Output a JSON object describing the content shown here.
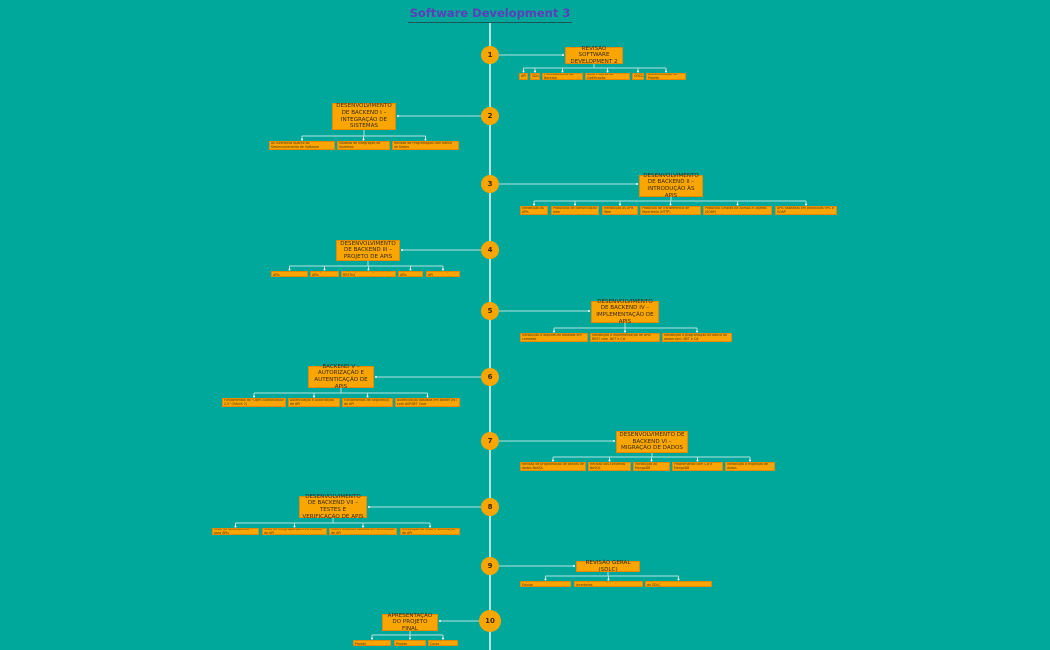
{
  "title": "Software Development 3",
  "colors": {
    "background": "#00a89c",
    "node": "#f9a602",
    "title": "#5b3fb8",
    "connector": "#b9e3df"
  },
  "sections": [
    {
      "number": "1",
      "title": "REVISÃO SOFTWARE DEVELOPMENT 2",
      "topics": [
        "API",
        "SDLC",
        "Processamento do Backlog",
        "Boas Práticas de Codificação",
        "OOCD",
        "Documentação do Projeto"
      ]
    },
    {
      "number": "2",
      "title": "DESENVOLVIMENTO DE BACKEND I – INTEGRAÇÃO DE SISTEMAS",
      "topics": [
        "As Incertezas quanto ao Desenvolvimento de Software",
        "Modelos de Integração de Sistemas",
        "Revisão da Programação com Banco de Dados"
      ]
    },
    {
      "number": "3",
      "title": "DESENVOLVIMENTO DE BACKEND II – INTRODUÇÃO ÀS APIS",
      "topics": [
        "Introdução às APIs",
        "Protocolos de comunicação web",
        "Introdução às APIs Web",
        "Protocolo de Transferência de Hipertexto (HTTP)",
        "Protocolo Simples de Acesso a Objetos (SOAP)",
        "APIs baseadas em protocolos RPC e SOAP"
      ]
    },
    {
      "number": "4",
      "title": "DESENVOLVIMENTO DE BACKEND III – PROJETO DE APIS",
      "topics": [
        "O ciclo de vida das APIs",
        "O negócio de APIs",
        "Introdução ao design de APIs RESTful",
        "Gestão de APIs",
        "Documentação de API"
      ]
    },
    {
      "number": "5",
      "title": "DESENVOLVIMENTO DE BACKEND IV – IMPLEMENTAÇÃO DE APIS",
      "topics": [
        "Introdução à arquitetura baseada em camadas",
        "Introdução à implementação de APIs REST com .NET e C#",
        "Introdução à programação de banco de dados com .NET e C#"
      ]
    },
    {
      "number": "6",
      "title": "BACKEND V – AUTORIZAÇÃO E AUTENTICAÇÃO DE APIS",
      "topics": [
        "Fundamentos do \"Open Authorization 2.0\" (OAuth 2)",
        "Autenticação e Autorização de API",
        "Fundamentos de Segurança de API",
        "Autenticação baseada em Bearer JWT com ASP.NET Core"
      ]
    },
    {
      "number": "7",
      "title": "DESENVOLVIMENTO DE BACKEND VI – MIGRAÇÃO DE DADOS",
      "topics": [
        "Revisão de programação de bancos de dados NoSQL",
        "Revisão dos conceitos NoSQL",
        "Introdução ao MongoDB",
        "Programando com C# e MongoDB",
        "Introdução à migração de dados"
      ]
    },
    {
      "number": "8",
      "title": "DESENVOLVIMENTO DE BACKEND VII – TESTES E VERIFICAÇÃO DE APIS",
      "topics": [
        "Teste de desempenho para APIs",
        "Teste de integração para verificação de API",
        "Testes unitários focados em verificação de API",
        "Introdução ao Teste e Verificação de API"
      ]
    },
    {
      "number": "9",
      "title": "REVISÃO GERAL (SDLC)",
      "topics": [
        "Organização e Diretrizes de Equipe",
        "Estratégias de Mitigação de Riscos e Incertezas",
        "Revisão de Artefatos e Boas Práticas do SDLC"
      ]
    },
    {
      "number": "10",
      "title": "APRESENTAÇÃO DO PROJETO FINAL",
      "topics": [
        "Apresentação do Projeto",
        "Feedback do Projeto",
        "Avaliação do Curso"
      ]
    }
  ]
}
